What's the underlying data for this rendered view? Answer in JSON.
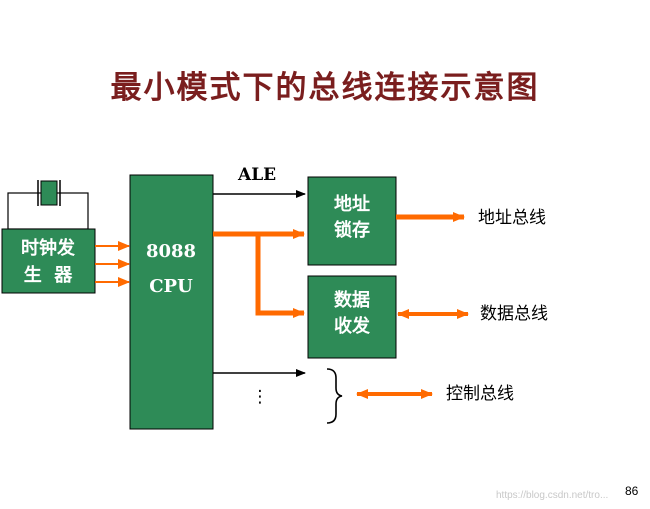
{
  "title": "最小模式下的总线连接示意图",
  "clock_generator": {
    "line1": "时钟发",
    "line2": "生  器"
  },
  "cpu": {
    "line1": "8088",
    "line2": "CPU"
  },
  "latch": {
    "line1": "地址",
    "line2": "锁存"
  },
  "transceiver": {
    "line1": "数据",
    "line2": "收发"
  },
  "signals": {
    "ale": "ALE",
    "ellipsis": "⋮"
  },
  "buses": {
    "address": "地址总线",
    "data": "数据总线",
    "control": "控制总线"
  },
  "page_number": "86",
  "watermark": "https://blog.csdn.net/tro...",
  "colors": {
    "box_green": "#2e8b57",
    "arrow_orange": "#ff6a00",
    "title": "#7a1e1e"
  }
}
